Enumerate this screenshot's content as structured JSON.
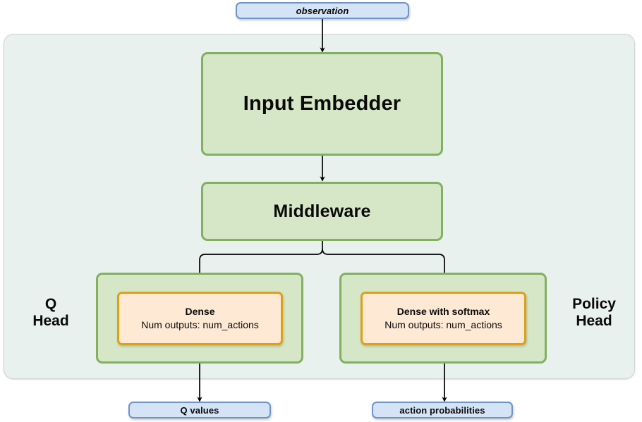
{
  "diagram": {
    "title_hidden": "",
    "colors": {
      "panel_fill": "#e9f1ee",
      "panel_border": "#cfd4d3",
      "io_fill": "#d5e3f7",
      "io_border": "#6f94c6",
      "module_fill": "#d5e7c6",
      "module_border": "#81b05f",
      "layer_fill": "#fde9d4",
      "layer_border": "#dfa014",
      "arrow": "#000000"
    },
    "inputs": [
      {
        "id": "observation",
        "label": "observation"
      }
    ],
    "modules": [
      {
        "id": "input-embedder",
        "label": "Input Embedder"
      },
      {
        "id": "middleware",
        "label": "Middleware"
      }
    ],
    "heads": [
      {
        "id": "q-head",
        "side_label": "Q\nHead",
        "layer": {
          "title": "Dense",
          "subtitle": "Num outputs: num_actions"
        }
      },
      {
        "id": "policy-head",
        "side_label": "Policy\nHead",
        "layer": {
          "title": "Dense with softmax",
          "subtitle": "Num outputs: num_actions"
        }
      }
    ],
    "outputs": [
      {
        "id": "q-values",
        "label": "Q values"
      },
      {
        "id": "action-probabilities",
        "label": "action probabilities"
      }
    ],
    "icons": {
      "arrow": "arrow-down-icon",
      "fork": "fork-split-icon"
    }
  }
}
